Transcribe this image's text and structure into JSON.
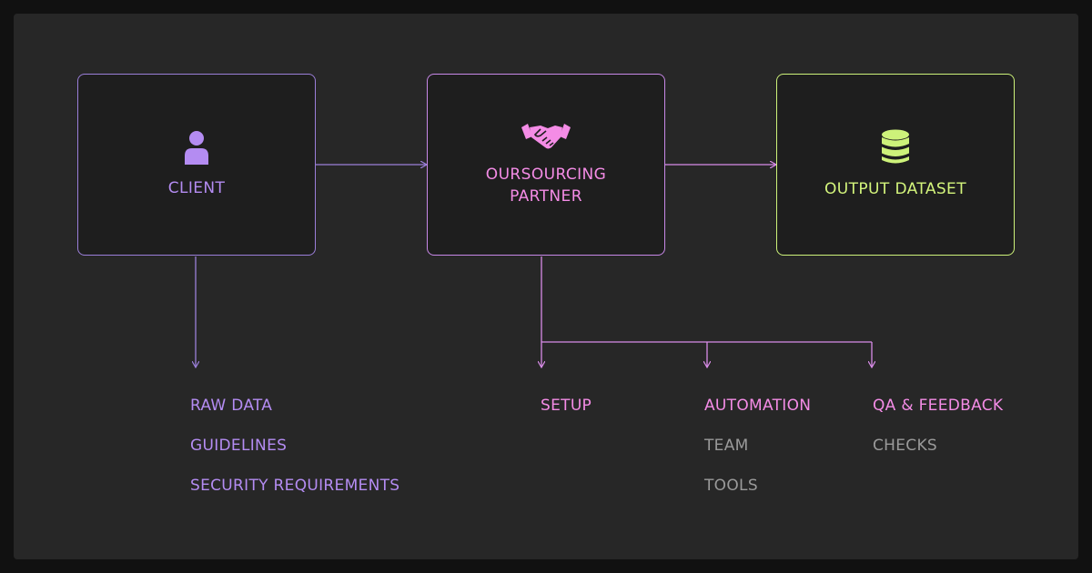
{
  "nodes": {
    "client": {
      "label": "CLIENT",
      "icon": "person-icon",
      "color": "#b48cf2"
    },
    "partner": {
      "label": "OURSOURCING PARTNER",
      "icon": "handshake-icon",
      "color": "#f48ce6"
    },
    "output": {
      "label": "OUTPUT DATASET",
      "icon": "database-icon",
      "color": "#d4f57c"
    }
  },
  "client_items": [
    "RAW DATA",
    "GUIDELINES",
    "SECURITY REQUIREMENTS"
  ],
  "partner_branches": {
    "setup": {
      "title": "SETUP",
      "items": []
    },
    "automation": {
      "title": "AUTOMATION",
      "items": [
        "TEAM",
        "TOOLS"
      ]
    },
    "qa": {
      "title": "QA & FEEDBACK",
      "items": [
        "CHECKS"
      ]
    }
  },
  "colors": {
    "background": "#272727",
    "client_line": "#9b7fd9",
    "partner_line": "#d98ce8",
    "muted_text": "#9a9a9a"
  }
}
